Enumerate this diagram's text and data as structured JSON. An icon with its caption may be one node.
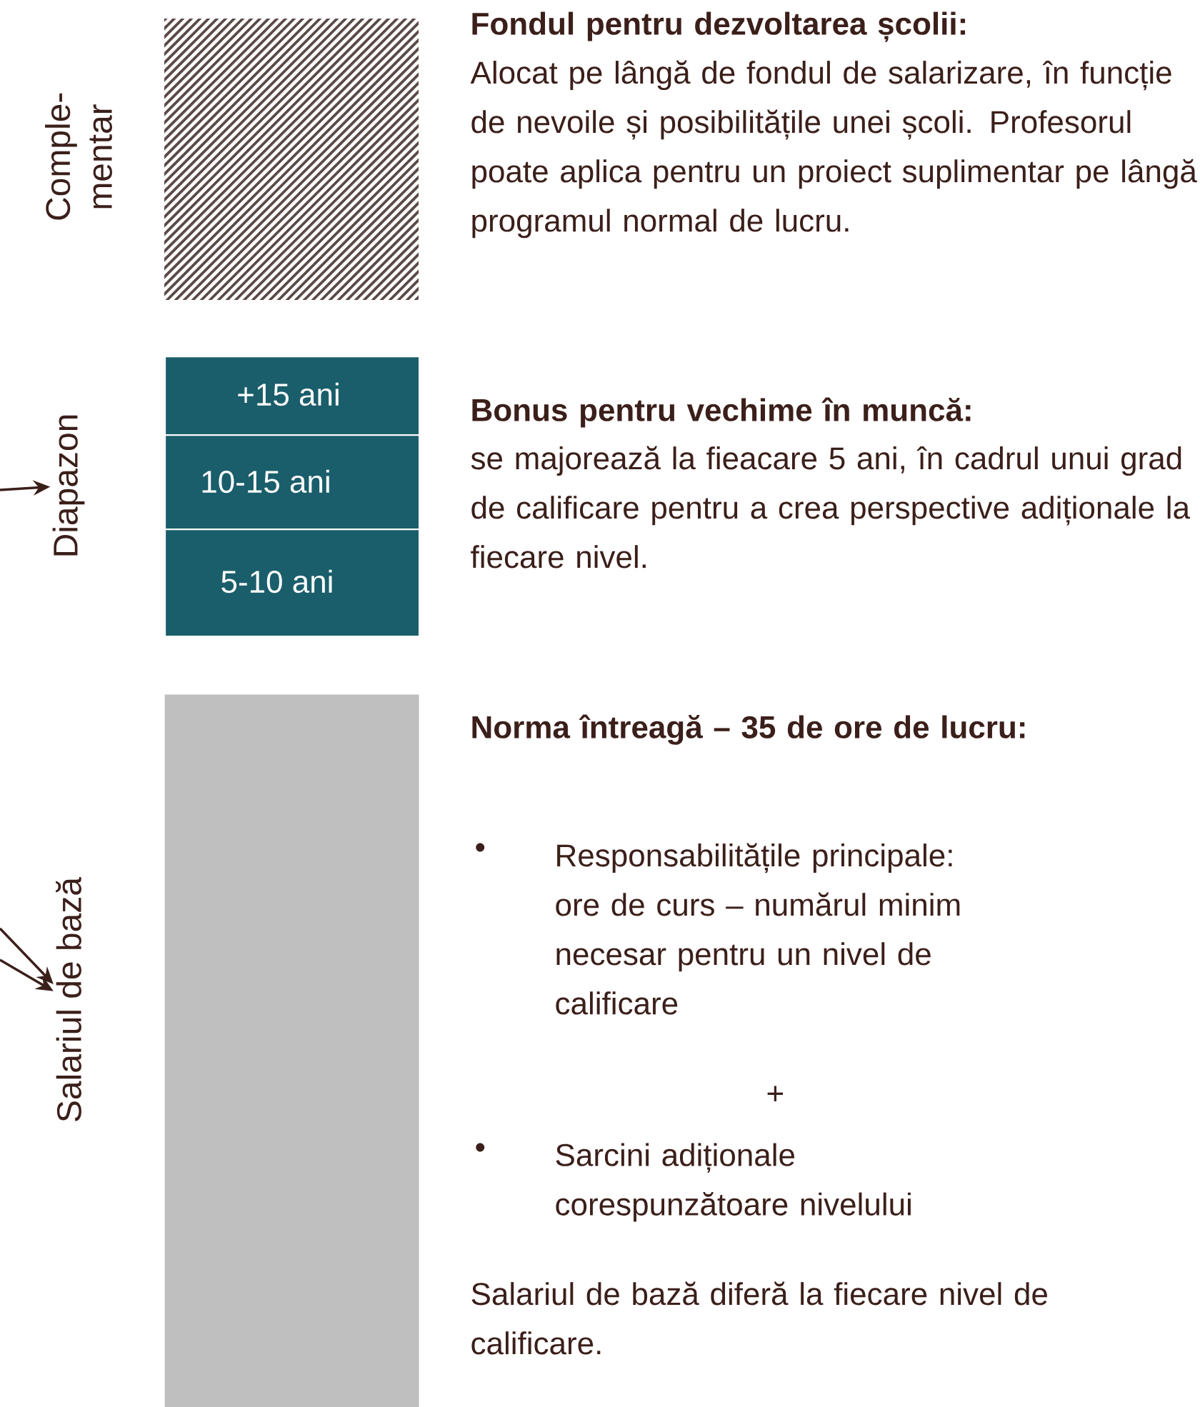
{
  "diagram": {
    "nodes": [
      {
        "text": [],
        "shape": "box"
      },
      {
        "text": [
          "Diapazon"
        ]
      },
      {
        "text": [
          "+15 ani"
        ]
      },
      {
        "text": [
          "10-15 ani"
        ]
      },
      {
        "text": [
          "5-10 ani"
        ]
      },
      {
        "text": [
          "Salariul de bază"
        ]
      },
      {
        "text": [],
        "shape": "box"
      }
    ],
    "edges": [
      {
        "from": null,
        "to": 1,
        "arrow": "to"
      },
      {
        "from": null,
        "to": 5,
        "arrow": "to"
      },
      {
        "from": null,
        "to": 5,
        "arrow": "to"
      }
    ],
    "labels": [
      "Comple- mentar",
      "Fondul pentru dezvoltarea școlii:",
      "Alocat pe lângă de fondul de salarizare, în funcție de nevoile și posibilitățile unei școli. Profesorul poate aplica pentru un proiect suplimentar pe lângă programul normal de lucru.",
      "Bonus pentru vechime în muncă:",
      "se majorează la fieacare 5 ani, în cadrul unui grad de calificare pentru a crea perspective adiționale la fiecare nivel.",
      "Norma întreagă – 35 de ore de lucru:",
      "•",
      "Responsabilitățile principale: ore de curs – numărul minim necesar pentru un nivel de calificare",
      "+",
      "•",
      "Sarcini adiționale corespunzătoare nivelului",
      "Salariul de bază diferă la fiecare nivel de calificare."
    ]
  }
}
